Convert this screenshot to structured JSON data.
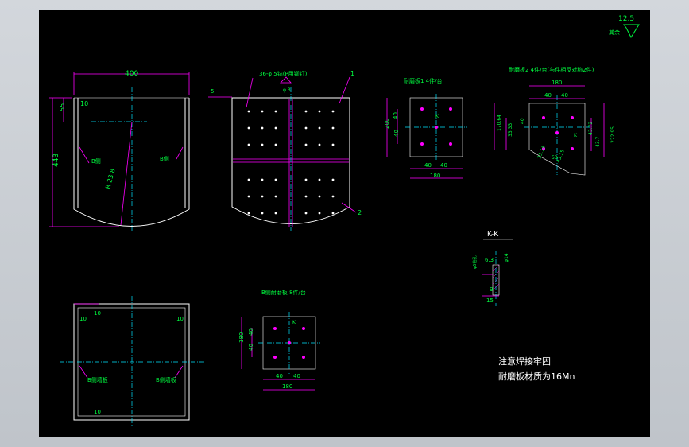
{
  "roughness": {
    "value": "12.5",
    "label": "其余"
  },
  "front_view": {
    "width_dim": "400",
    "height_dim": "443",
    "top_dim": "55",
    "thk_dim": "10",
    "radius": "R 23 8",
    "label_a": "B侧",
    "label_b": "B侧"
  },
  "plate_view": {
    "note": "36-φ 5钻(P用铆钉)",
    "dim_left": "5",
    "hole_dim": "φ 3",
    "part_1": "1",
    "part_2": "2"
  },
  "plate1": {
    "title": "耐磨板1 4件/台",
    "w": "180",
    "h": "200",
    "d40a": "40",
    "d40b": "40",
    "d40c": "40",
    "d40d": "40",
    "k": "K"
  },
  "plate2": {
    "title": "耐磨板2 4件/台(与件相反对称2件)",
    "w": "180",
    "d40a": "40",
    "d40b": "40",
    "d40c": "40",
    "v1": "170.64",
    "v2": "33.33",
    "v3": "43.7",
    "v4": "23.14",
    "v5": "43.72",
    "v6": "222.95",
    "v7": "43.15",
    "v8": "53",
    "k": "K"
  },
  "section": {
    "title": "K-K",
    "d1": "6.3",
    "d2": "φ14",
    "d3": "9",
    "d4": "15",
    "note": "φ5钻孔"
  },
  "bottom_view": {
    "d1": "10",
    "d2": "10",
    "d3": "10",
    "d4": "10",
    "label_a": "B侧墙板",
    "label_b": "B侧墙板"
  },
  "plate3": {
    "title": "B侧耐磨板 8件/台",
    "w": "180",
    "h": "180",
    "d40a": "40",
    "d40b": "40",
    "d40c": "40",
    "d40d": "40",
    "k": "K"
  },
  "notes": {
    "line1": "注意焊接牢固",
    "line2": "耐磨板材质为16Mn"
  }
}
